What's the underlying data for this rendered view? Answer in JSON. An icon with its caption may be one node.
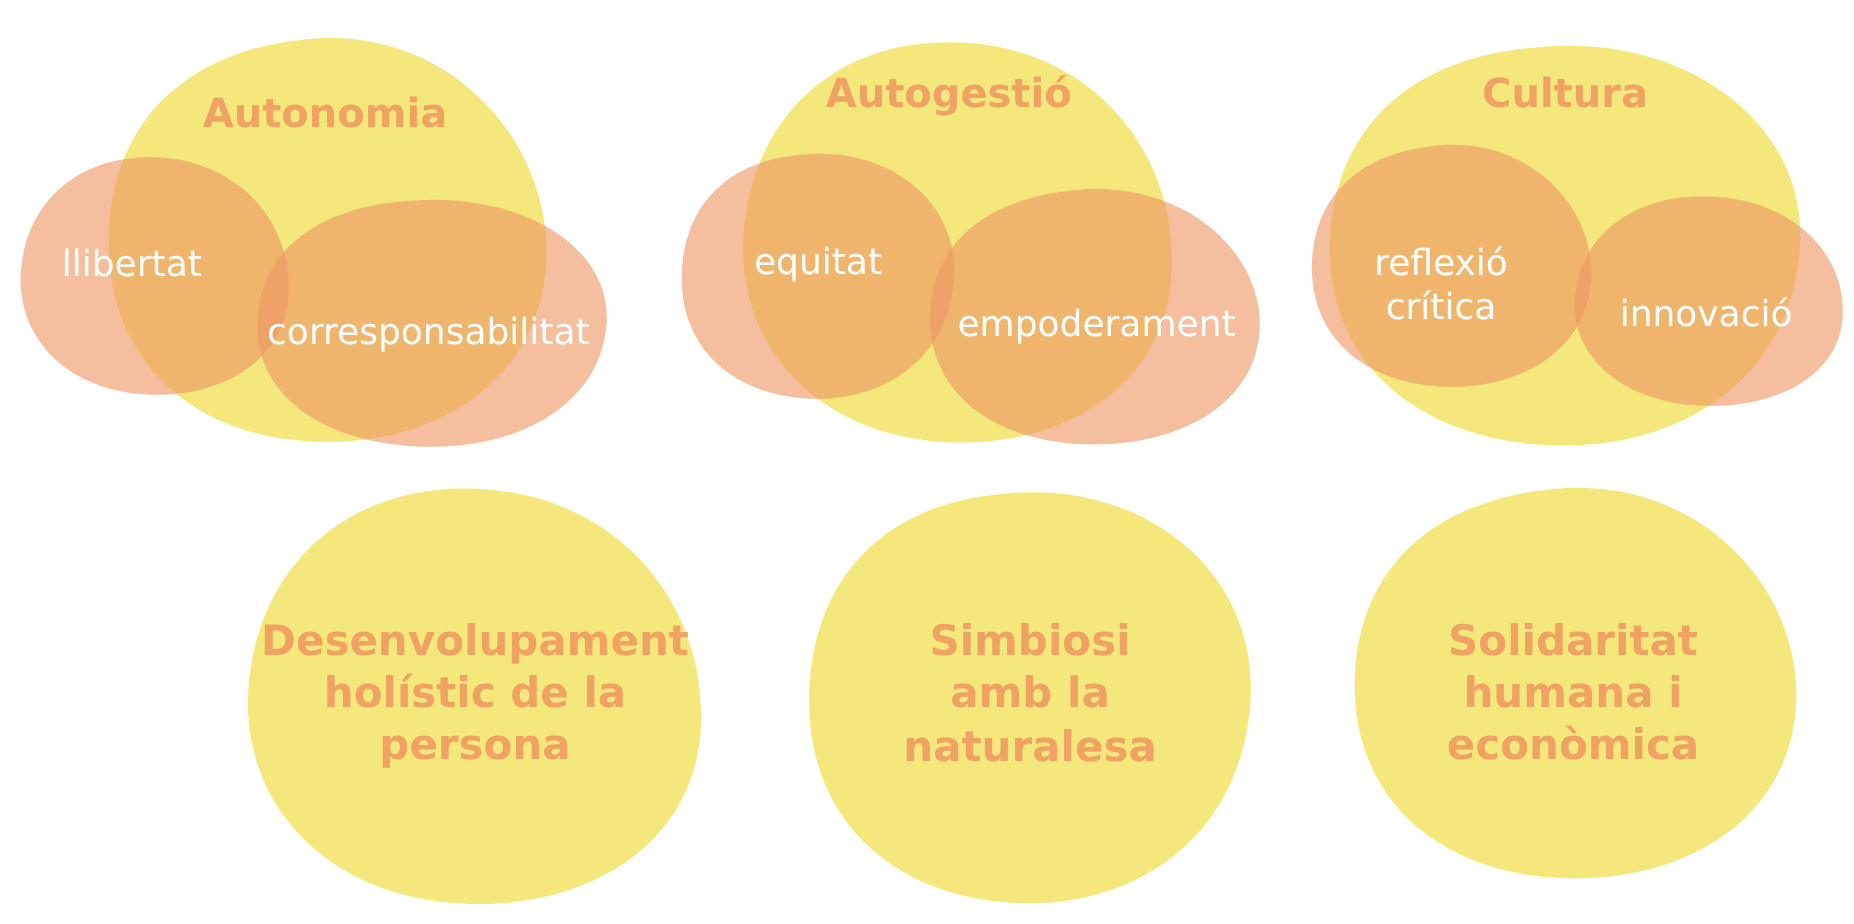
{
  "diagram": {
    "nodes": [
      {
        "text": [
          "Autonomia"
        ]
      },
      {
        "text": [
          "llibertat"
        ]
      },
      {
        "text": [
          "corresponsabilitat"
        ]
      },
      {
        "text": [
          "Autogestió"
        ]
      },
      {
        "text": [
          "equitat"
        ]
      },
      {
        "text": [
          "empoderament"
        ]
      },
      {
        "text": [
          "Cultura"
        ]
      },
      {
        "text": [
          "reflexió crítica"
        ]
      },
      {
        "text": [
          "innovació"
        ]
      },
      {
        "text": [
          "Desenvolupament holístic de la persona"
        ]
      },
      {
        "text": [
          "Simbiosi amb la naturalesa"
        ]
      },
      {
        "text": [
          "Solidaritat humana i econòmica"
        ]
      }
    ],
    "edges": []
  }
}
